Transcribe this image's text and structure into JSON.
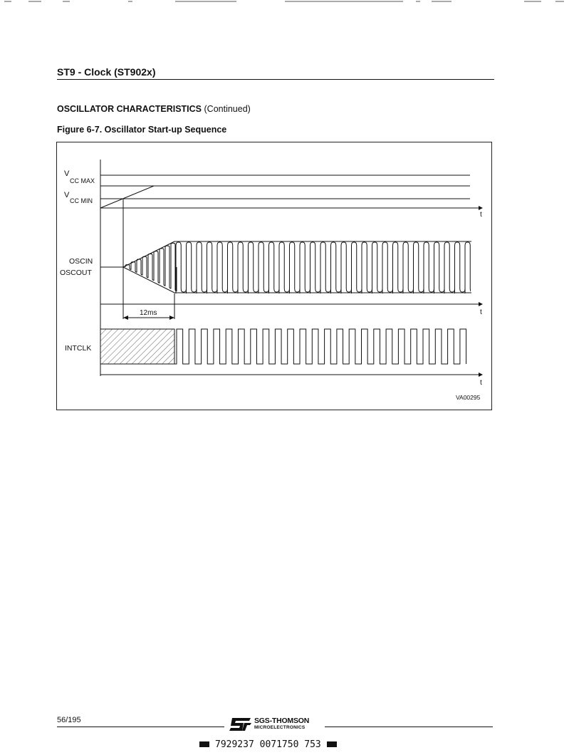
{
  "header": {
    "title": "ST9 - Clock (ST902x)"
  },
  "section": {
    "heading_bold": "OSCILLATOR CHARACTERISTICS",
    "heading_normal": "(Continued)"
  },
  "figure": {
    "caption": "Figure 6-7. Oscillator Start-up Sequence",
    "labels": {
      "v": "V",
      "vcc_max_sub": "CC MAX",
      "vcc_min_sub": "CC MIN",
      "oscin": "OSCIN",
      "oscout": "OSCOUT",
      "intclk": "INTCLK",
      "time_axis": "t",
      "delay": "12ms",
      "ref": "VA00295"
    }
  },
  "footer": {
    "page": "56/195",
    "company": "SGS-THOMSON",
    "division": "MICROELECTRONICS",
    "barcode_a": "7929237",
    "barcode_b": "0071750",
    "barcode_c": "753"
  }
}
